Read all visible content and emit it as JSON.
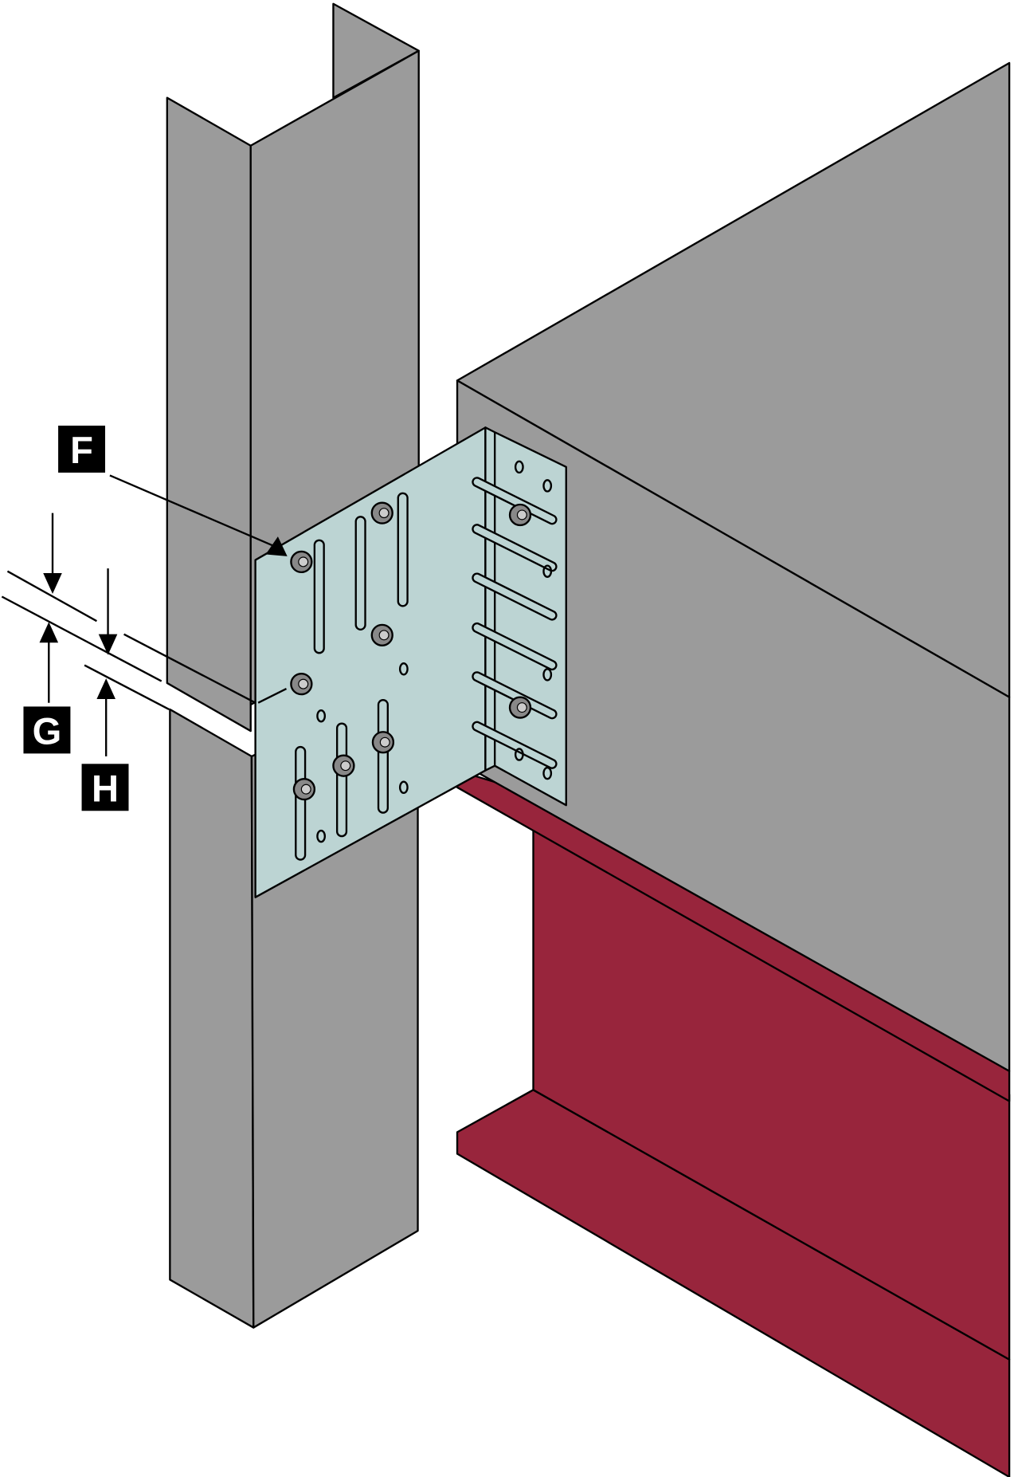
{
  "callouts": {
    "f": "F",
    "g": "G",
    "h": "H"
  },
  "colors": {
    "steel_gray": "#9b9b9b",
    "beam_red": "#98253c",
    "plate": "#bcd4d3"
  }
}
